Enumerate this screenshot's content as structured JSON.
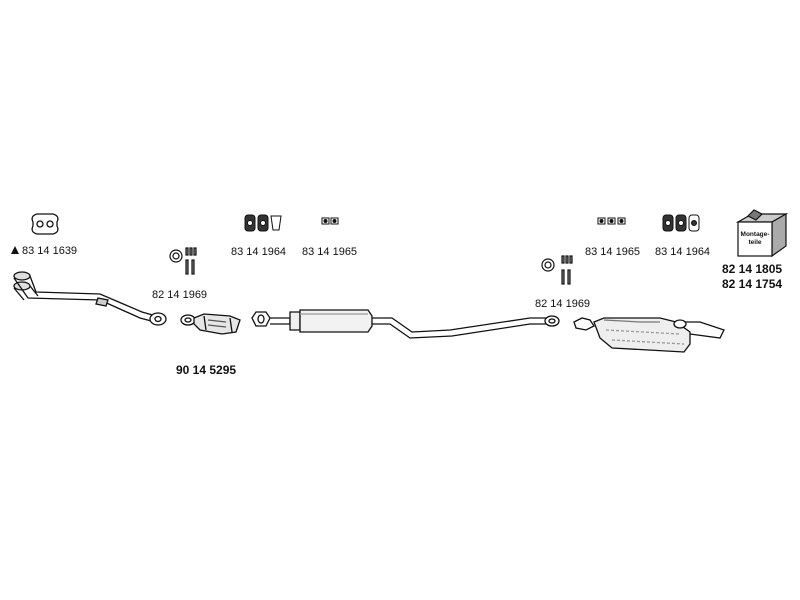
{
  "diagram": {
    "labels": {
      "front_pipe": "83 14 1639",
      "gasket_front": "82 14 1969",
      "catalyst": "90 14 5295",
      "rubber_mount_a": "83 14 1964",
      "rubber_mount_b": "83 14 1965",
      "gasket_rear": "82 14 1969",
      "rubber_mount_c": "83 14 1965",
      "rubber_mount_d": "83 14 1964",
      "mounting_kit_1": "82 14 1805",
      "mounting_kit_2": "82 14 1754"
    },
    "kit_box_text": [
      "Montage-",
      "teile"
    ]
  }
}
